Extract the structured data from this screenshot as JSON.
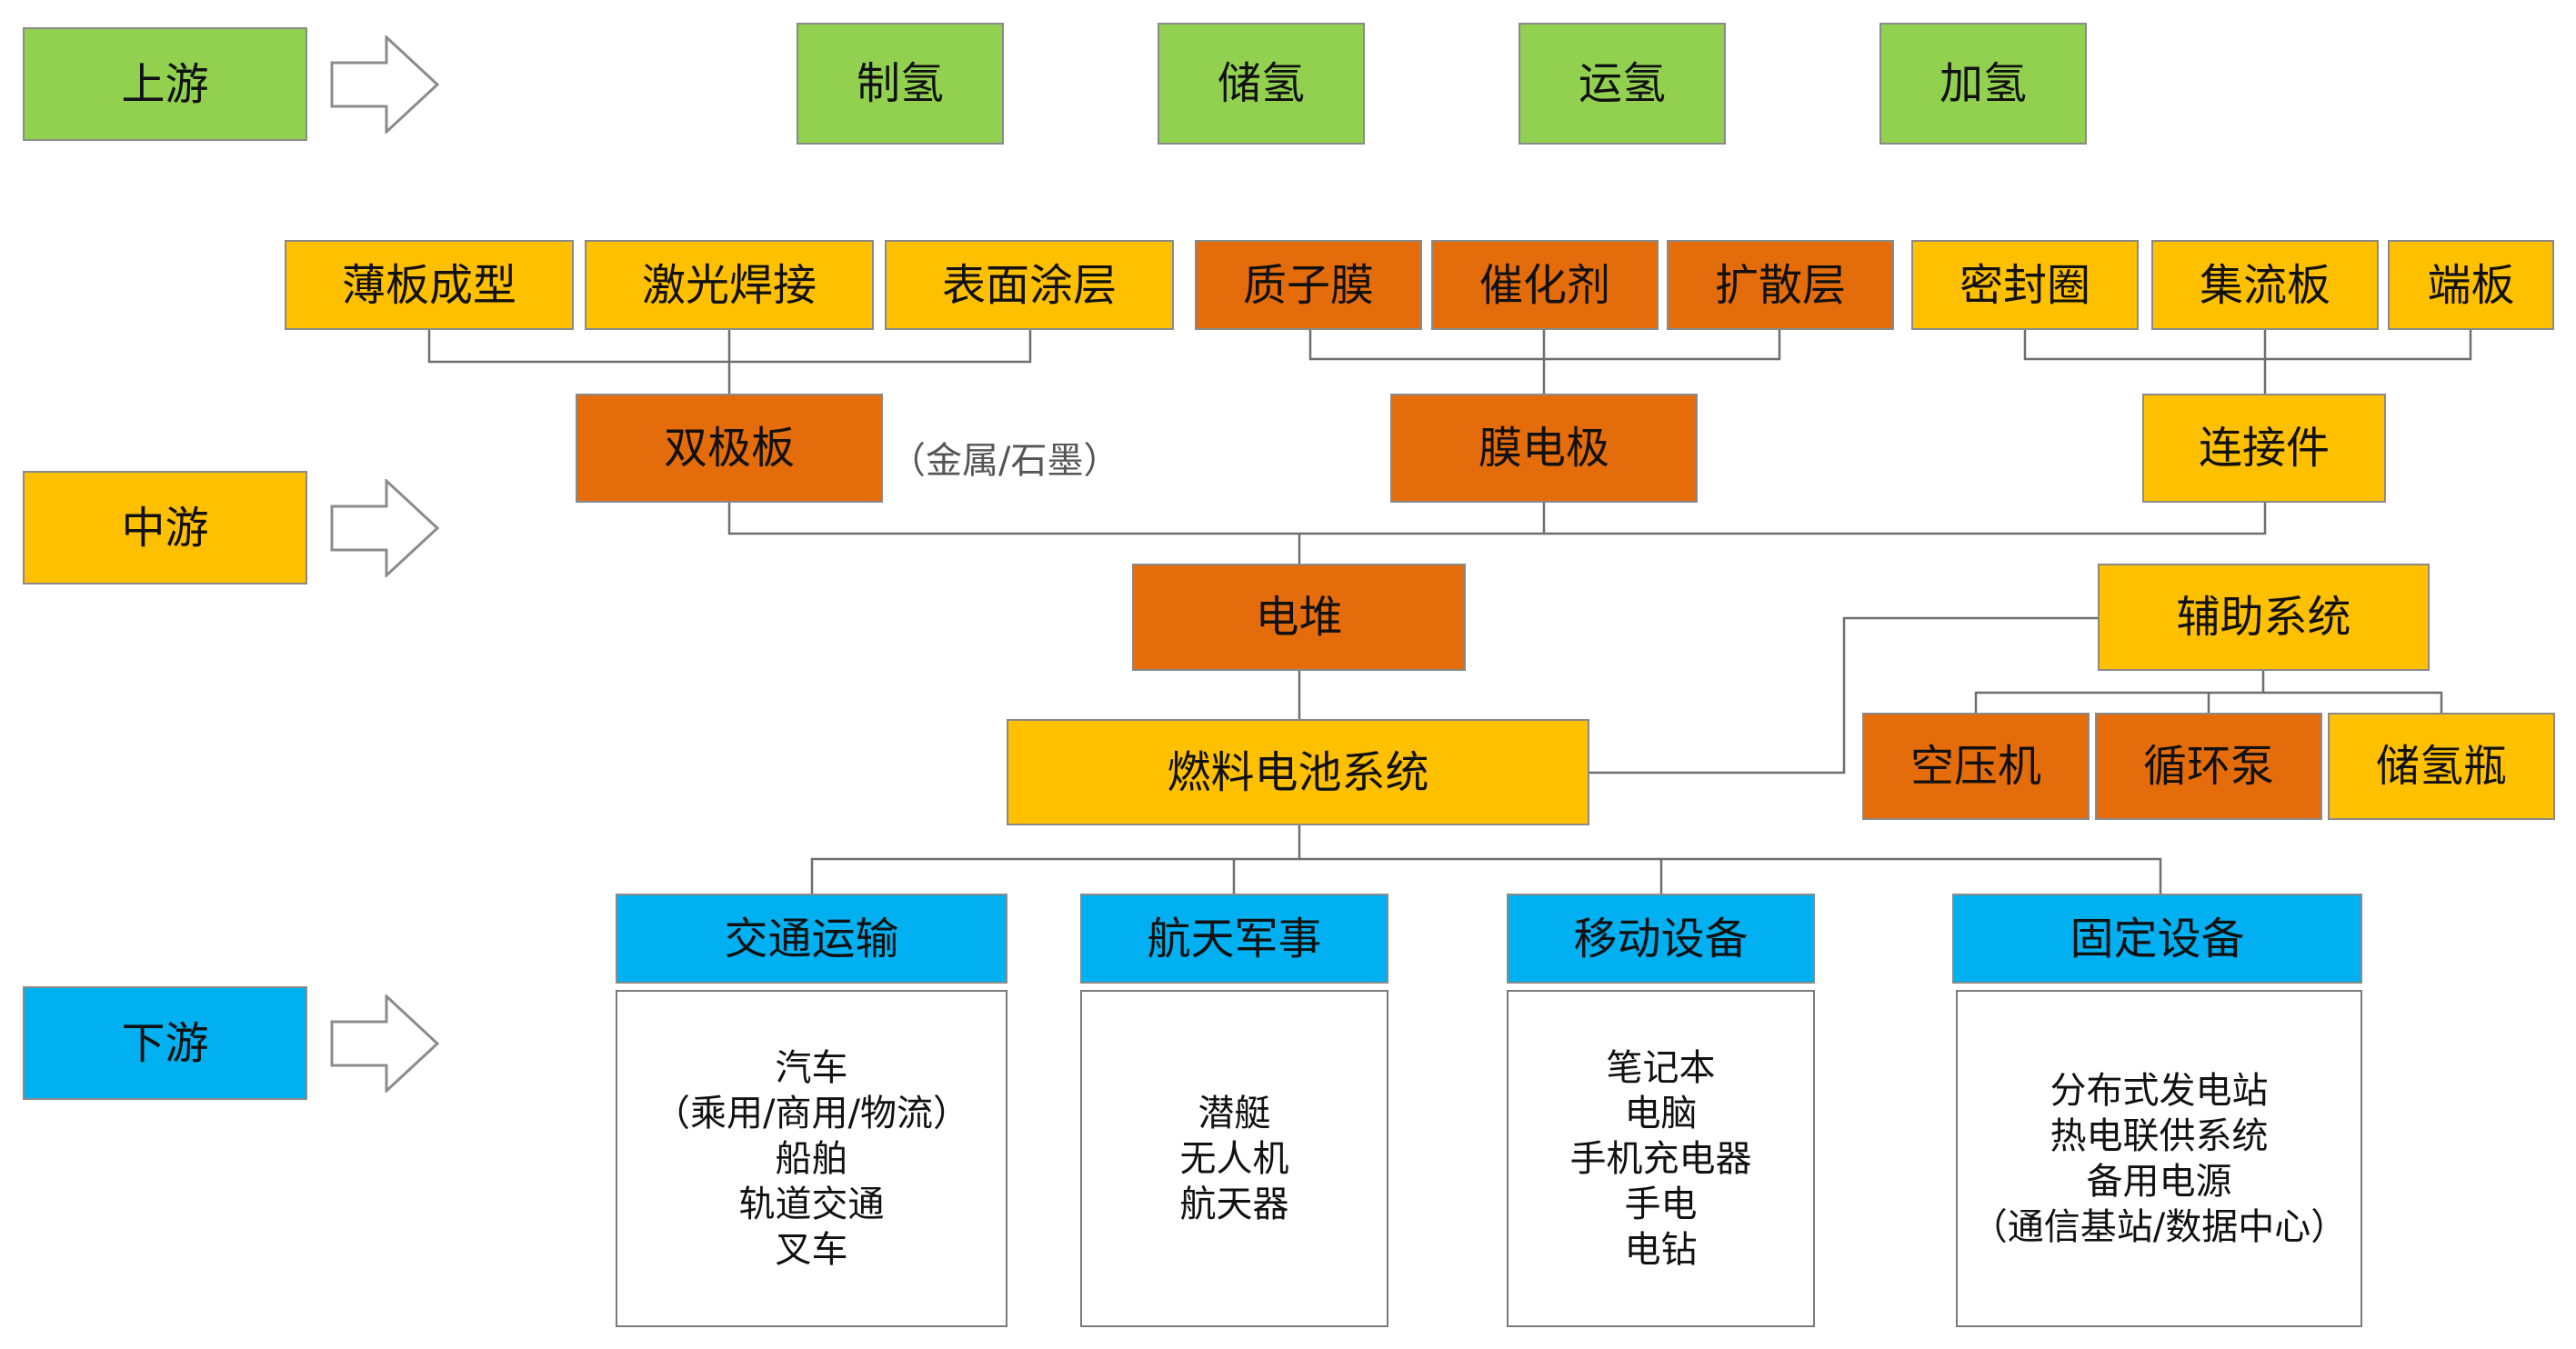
{
  "stages": {
    "upstream": "上游",
    "midstream": "中游",
    "downstream": "下游"
  },
  "upstream": {
    "production": "制氢",
    "storage": "储氢",
    "transport": "运氢",
    "refueling": "加氢"
  },
  "bipolar_parts": {
    "forming": "薄板成型",
    "welding": "激光焊接",
    "coating": "表面涂层"
  },
  "mea_parts": {
    "membrane": "质子膜",
    "catalyst": "催化剂",
    "diffusion": "扩散层"
  },
  "connector_parts": {
    "seal": "密封圈",
    "collector": "集流板",
    "endplate": "端板"
  },
  "components": {
    "bipolar": "双极板",
    "bipolar_note": "（金属/石墨）",
    "mea": "膜电极",
    "connector": "连接件"
  },
  "stack": "电堆",
  "system": "燃料电池系统",
  "aux": {
    "title": "辅助系统",
    "compressor": "空压机",
    "pump": "循环泵",
    "tank": "储氢瓶"
  },
  "apps": [
    {
      "title": "交通运输",
      "items": [
        "汽车",
        "（乘用/商用/物流）",
        "船舶",
        "轨道交通",
        "叉车"
      ]
    },
    {
      "title": "航天军事",
      "items": [
        "潜艇",
        "无人机",
        "航天器"
      ]
    },
    {
      "title": "移动设备",
      "items": [
        "笔记本",
        "电脑",
        "手机充电器",
        "手电",
        "电钻"
      ]
    },
    {
      "title": "固定设备",
      "items": [
        "分布式发电站",
        "热电联供系统",
        "备用电源",
        "（通信基站/数据中心）"
      ]
    }
  ],
  "colors": {
    "upstream": "#92d050",
    "midstream": "#ffc000",
    "core": "#e46c0a",
    "downstream": "#00b0f0"
  }
}
